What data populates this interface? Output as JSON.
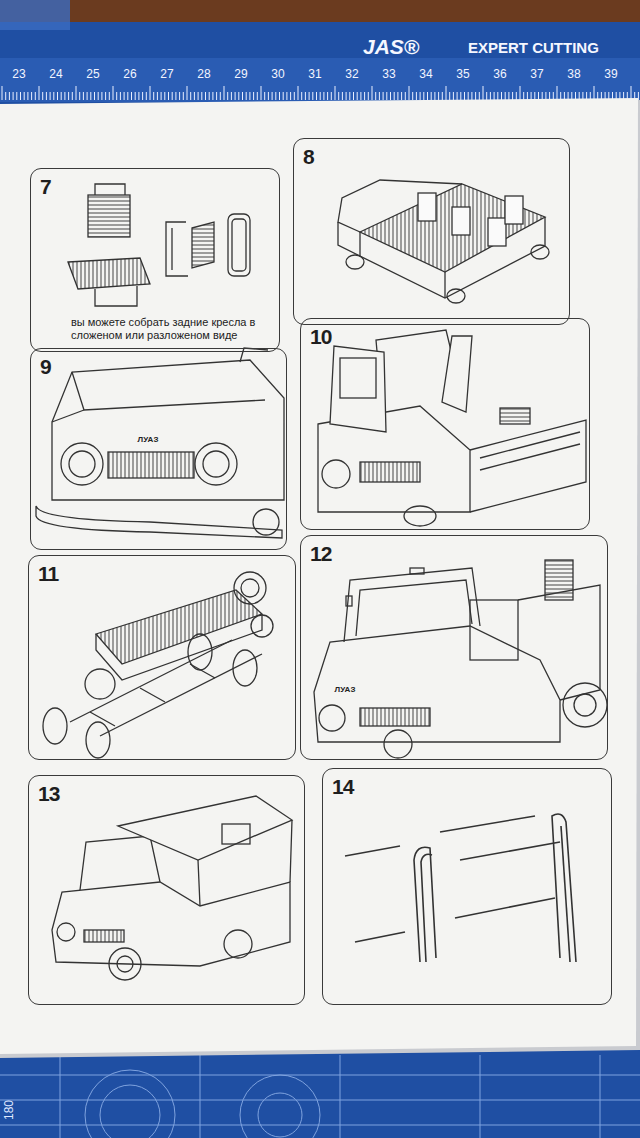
{
  "diagram": {
    "nodes": [
      {
        "text": [
          "7",
          "вы можете собрать задние кресла в сложеном или разложеном виде"
        ]
      },
      {
        "text": [
          "8"
        ]
      },
      {
        "text": [
          "9"
        ]
      },
      {
        "text": [
          "10"
        ]
      },
      {
        "text": [
          "11"
        ]
      },
      {
        "text": [
          "12"
        ]
      },
      {
        "text": [
          "13"
        ]
      },
      {
        "text": [
          "14"
        ]
      }
    ],
    "labels": [
      "JAS®",
      "EXPERT CUTTING",
      "23",
      "24",
      "25",
      "26",
      "27",
      "28",
      "29",
      "30",
      "31",
      "32",
      "33",
      "34",
      "35",
      "36",
      "37",
      "38",
      "39",
      "ЛУАЗ",
      "ЛУАЗ",
      "180"
    ]
  }
}
